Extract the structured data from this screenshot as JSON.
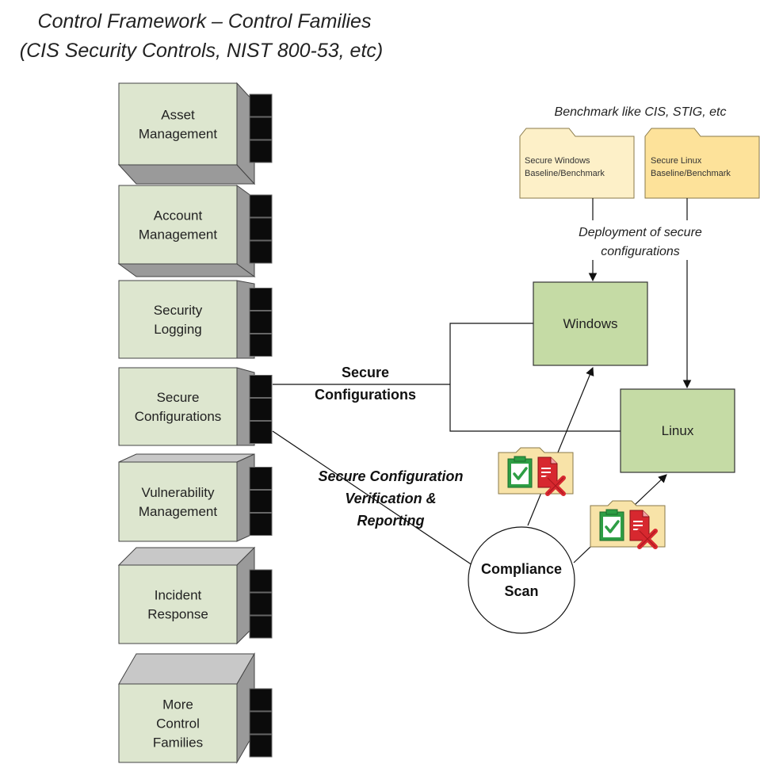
{
  "title": {
    "line1": "Control Framework – Control Families",
    "line2": "(CIS Security Controls, NIST 800-53, etc)"
  },
  "control_families": [
    {
      "lines": [
        "Asset",
        "Management"
      ]
    },
    {
      "lines": [
        "Account",
        "Management"
      ]
    },
    {
      "lines": [
        "Security",
        "Logging"
      ]
    },
    {
      "lines": [
        "Secure",
        "Configurations"
      ]
    },
    {
      "lines": [
        "Vulnerability",
        "Management"
      ]
    },
    {
      "lines": [
        "Incident",
        "Response"
      ]
    },
    {
      "lines": [
        "More",
        "Control",
        "Families"
      ]
    }
  ],
  "benchmark_note": "Benchmark like CIS, STIG, etc",
  "folders": {
    "windows": {
      "line1": "Secure Windows",
      "line2": "Baseline/Benchmark",
      "color": "#fdf0c8"
    },
    "linux": {
      "line1": "Secure Linux",
      "line2": "Baseline/Benchmark",
      "color": "#fde29a"
    }
  },
  "deployment_note": {
    "line1": "Deployment of secure",
    "line2": "configurations"
  },
  "nodes": {
    "windows": "Windows",
    "linux": "Linux"
  },
  "secure_config_label": {
    "line1": "Secure",
    "line2": "Configurations"
  },
  "verification_label": {
    "line1": "Secure Configuration",
    "line2": "Verification &",
    "line3": "Reporting"
  },
  "compliance_scan": {
    "line1": "Compliance",
    "line2": "Scan"
  },
  "colors": {
    "family_box_front": "#dde6cf",
    "family_box_side": "#9a9a9a",
    "family_box_top": "#c8c8c8",
    "node_fill": "#c5dba5",
    "report_folder": "#f8e3a8",
    "clipboard_green": "#2e9e44",
    "doc_red": "#d7282f"
  }
}
